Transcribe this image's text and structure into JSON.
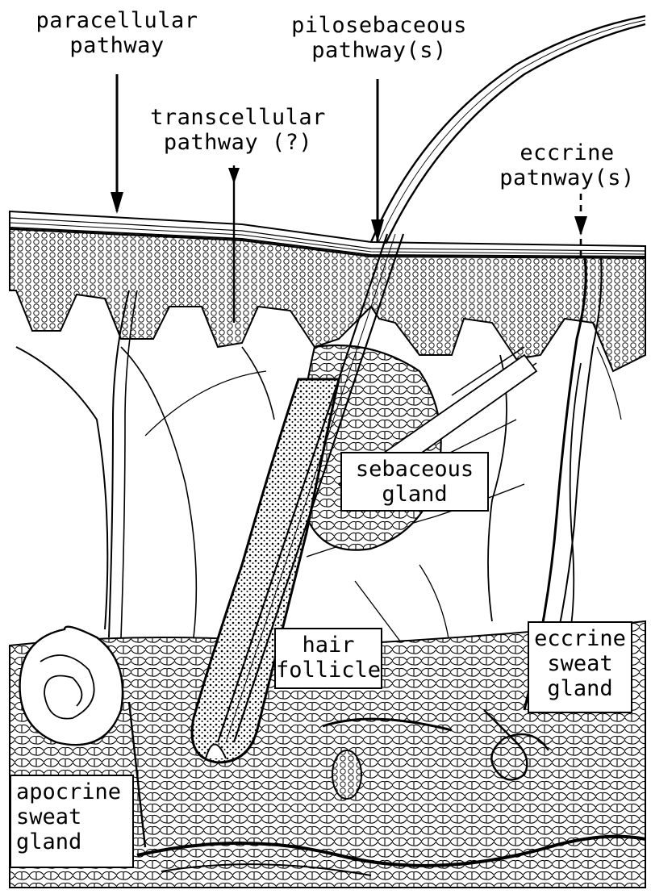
{
  "pathways": {
    "paracellular": [
      "paracellular",
      "pathway"
    ],
    "transcellular": [
      "transcellular",
      "pathway (?)"
    ],
    "pilosebaceous": [
      "pilosebaceous",
      "pathway(s)"
    ],
    "eccrine": [
      "eccrine",
      "patnway(s)"
    ]
  },
  "structures": {
    "sebaceous_gland": [
      "sebaceous",
      "gland"
    ],
    "hair_follicle": [
      "hair",
      "follicle"
    ],
    "eccrine_sweat_gland": [
      "eccrine",
      "sweat",
      "gland"
    ],
    "apocrine_sweat_gland": [
      "apocrine",
      "sweat",
      "gland"
    ]
  },
  "colors": {
    "ink": "#000000",
    "paper": "#ffffff"
  }
}
